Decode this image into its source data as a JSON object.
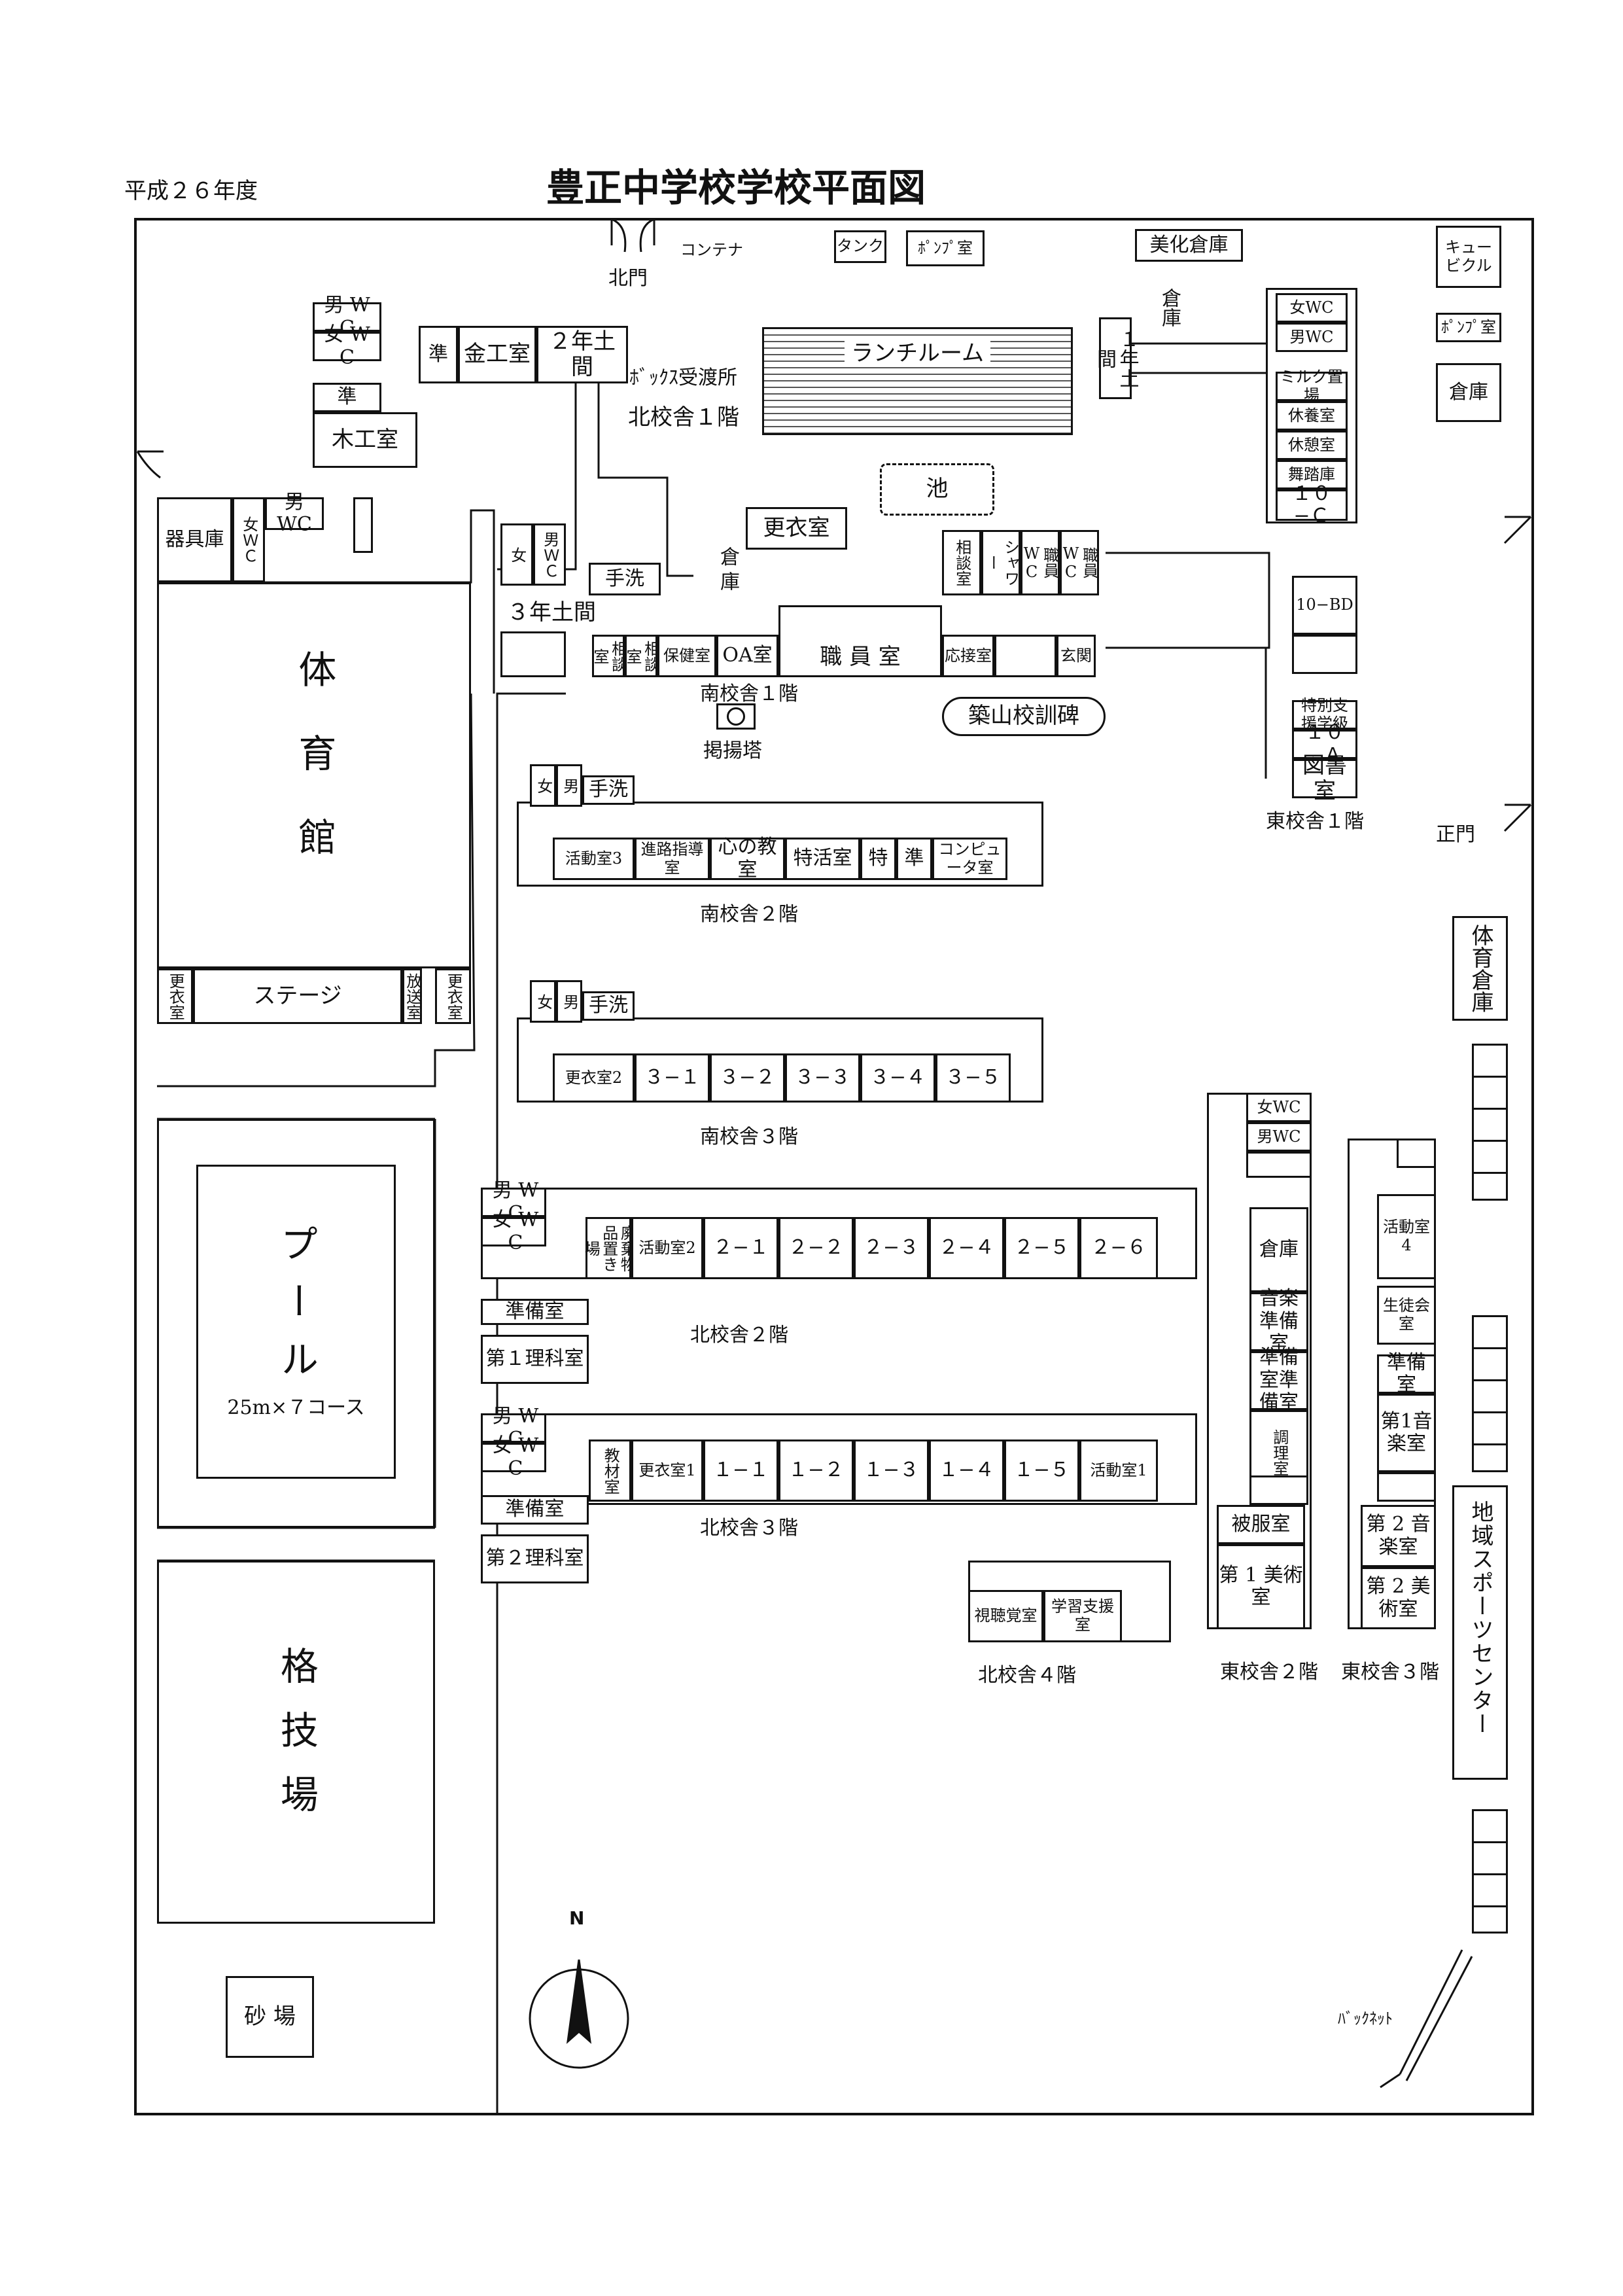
{
  "header": {
    "year": "平成２６年度",
    "title": "豊正中学校学校平面図"
  },
  "gates": {
    "north": "北門",
    "main": "正門"
  },
  "outside": {
    "container": "コンテナ",
    "tank": "タンク",
    "pump_room": "ﾎﾟﾝﾌﾟ室",
    "art_storage": "美化倉庫",
    "cubicle": "キュービクル",
    "pump_room2": "ﾎﾟﾝﾌﾟ室",
    "storage_ne": "倉庫",
    "pond": "池",
    "monument": "築山校訓碑",
    "tower": "掲揚塔",
    "sandpit": "砂 場",
    "backnet": "ﾊﾞｯｸﾈｯﾄ",
    "sports_storage": "体育倉庫",
    "community_center": "地域スポーツセンター"
  },
  "north1": {
    "label": "北校舎１階",
    "mens_wc": "男 W C",
    "womens_wc": "女 W C",
    "prep": "準",
    "woodshop": "木工室",
    "prep2": "準",
    "metalshop": "金工室",
    "entrance2": "２年土間",
    "box_office": "ﾎﾞｯｸｽ受渡所",
    "lunch_room": "ランチルーム",
    "entrance1": "１年土間",
    "storage": "倉庫"
  },
  "gym": {
    "equipment": "器具庫",
    "womens_wc": "女ＷＣ",
    "mens_wc": "男 WC",
    "name": "体育館",
    "stage": "ステージ",
    "changing": "更衣室",
    "broadcast": "放送室",
    "changing2": "更衣室"
  },
  "south1": {
    "label": "南校舎１階",
    "womens_wc": "女",
    "mens_wc": "男ＷＣ",
    "washroom": "手洗",
    "entrance3": "３年土間",
    "changing": "更衣室",
    "storage": "倉庫",
    "counsel1": "相談室",
    "counsel2": "相談室",
    "health": "保健室",
    "oa": "OA室",
    "staff": "職 員 室",
    "reception": "応接室",
    "entrance_hall": "玄関",
    "consult3": "相談室",
    "shower": "シャワー",
    "staff_wc1": "職員WC",
    "staff_wc2": "職員WC"
  },
  "east1": {
    "label": "東校舎１階",
    "womens_wc": "女WC",
    "mens_wc": "男WC",
    "milk": "ミルク置場",
    "rest": "休養室",
    "rest2": "休憩室",
    "dance": "舞踏庫",
    "c10": "１０−Ｃ",
    "bd10": "10−BD",
    "special": "特別支援学級",
    "a10": "１０−Ａ",
    "library": "図書室"
  },
  "south2": {
    "label": "南校舎２階",
    "womens": "女",
    "mens": "男",
    "washroom": "手洗",
    "rooms": [
      "活動室3",
      "進路指導室",
      "心の教室",
      "特活室",
      "特",
      "準",
      "コンピュータ室"
    ]
  },
  "south3": {
    "label": "南校舎３階",
    "womens": "女",
    "mens": "男",
    "washroom": "手洗",
    "rooms": [
      "更衣室2",
      "３−１",
      "３−２",
      "３−３",
      "３−４",
      "３−５"
    ]
  },
  "north2": {
    "label": "北校舎２階",
    "mens_wc": "男 W C",
    "womens_wc": "女 W C",
    "disposal": "廃棄物品置き場",
    "prep": "準備室",
    "science1": "第１理科室",
    "rooms": [
      "活動室2",
      "２−１",
      "２−２",
      "２−３",
      "２−４",
      "２−５",
      "２−６"
    ]
  },
  "north3": {
    "label": "北校舎３階",
    "mens_wc": "男 W C",
    "womens_wc": "女 W C",
    "materials": "教材室",
    "prep": "準備室",
    "science2": "第２理科室",
    "rooms": [
      "更衣室1",
      "１−１",
      "１−２",
      "１−３",
      "１−４",
      "１−５",
      "活動室1"
    ]
  },
  "north4": {
    "label": "北校舎４階",
    "rooms": [
      "視聴覚室",
      "学習支援室"
    ]
  },
  "east2": {
    "label": "東校舎２階",
    "womens_wc": "女WC",
    "mens_wc": "男WC",
    "storage": "倉庫",
    "music_prep": "音楽準備室",
    "prep2": "準備室準備室",
    "cooking": "調理室",
    "sewing": "被服室",
    "art1": "第 1 美術室"
  },
  "east3": {
    "label": "東校舎３階",
    "activity4": "活動室4",
    "student_council": "生徒会室",
    "prep": "準備室",
    "music1": "第1音楽室",
    "music2": "第 2 音楽室",
    "art2": "第 2 美術室"
  },
  "pool": {
    "name": "プール",
    "detail": "25m×７コース"
  },
  "dojo": {
    "name": "格技場"
  },
  "compass": {
    "north": "N"
  }
}
